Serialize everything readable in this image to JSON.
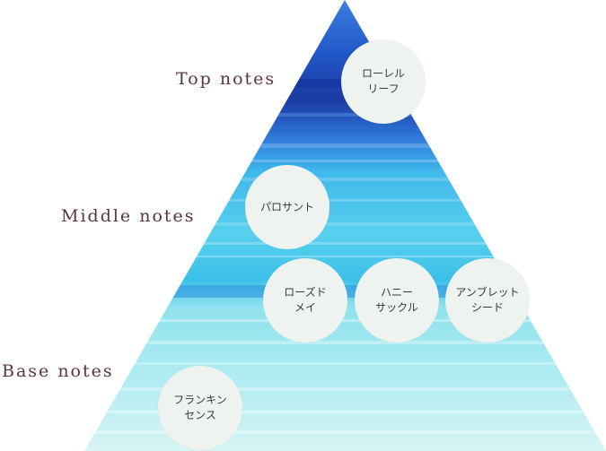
{
  "labels": {
    "top": "Top notes",
    "middle": "Middle notes",
    "base": "Base notes"
  },
  "notes": {
    "laurel": "ローレル\nリーフ",
    "palo": "パロサント",
    "rose": "ローズド\nメイ",
    "honey": "ハニー\nサックル",
    "ambrette": "アンブレット\nシード",
    "frank": "フランキン\nセンス"
  },
  "colors": {
    "deep_blue": "#1e3fa8",
    "blue": "#2f6fdc",
    "sky_blue": "#3fb4ea",
    "cyan": "#5fd3ec",
    "aqua": "#9ee6ee",
    "pale_aqua": "#cdf2f3",
    "label_text": "#5a3344",
    "bubble": "#eef3f0"
  }
}
